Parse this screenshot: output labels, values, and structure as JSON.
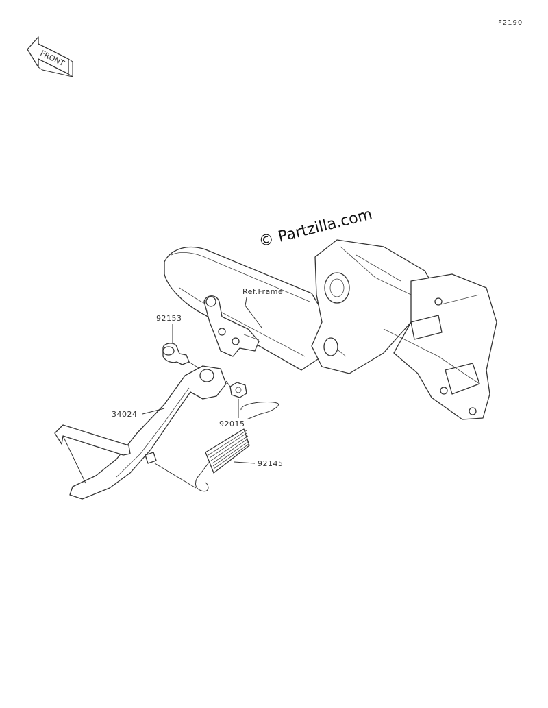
{
  "figure_code": "F2190",
  "front_label": "FRONT",
  "watermark": "© Partzilla.com",
  "ref_label": "Ref.Frame",
  "parts": [
    {
      "number": "92153"
    },
    {
      "number": "34024"
    },
    {
      "number": "92015"
    },
    {
      "number": "92145"
    }
  ]
}
